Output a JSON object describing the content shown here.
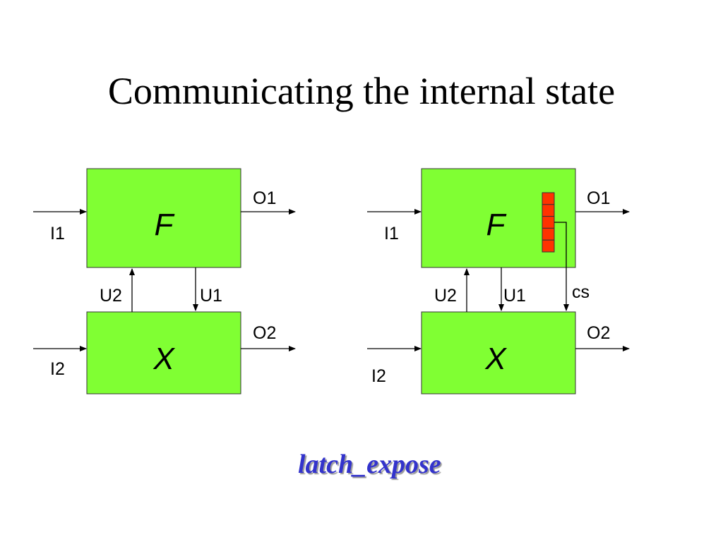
{
  "title": "Communicating the internal state",
  "caption": "latch_expose",
  "colors": {
    "box_fill": "#80ff33",
    "register_fill": "#ff3300",
    "caption": "#3333cc"
  },
  "left": {
    "box_top": "F",
    "box_bottom": "X",
    "in_top": "I1",
    "in_bottom": "I2",
    "out_top": "O1",
    "out_bottom": "O2",
    "up_signal": "U2",
    "down_signal": "U1"
  },
  "right": {
    "box_top": "F",
    "box_bottom": "X",
    "in_top": "I1",
    "in_bottom": "I2",
    "out_top": "O1",
    "out_bottom": "O2",
    "up_signal": "U2",
    "down_signal": "U1",
    "state_signal": "cs",
    "register_cells": 5
  }
}
